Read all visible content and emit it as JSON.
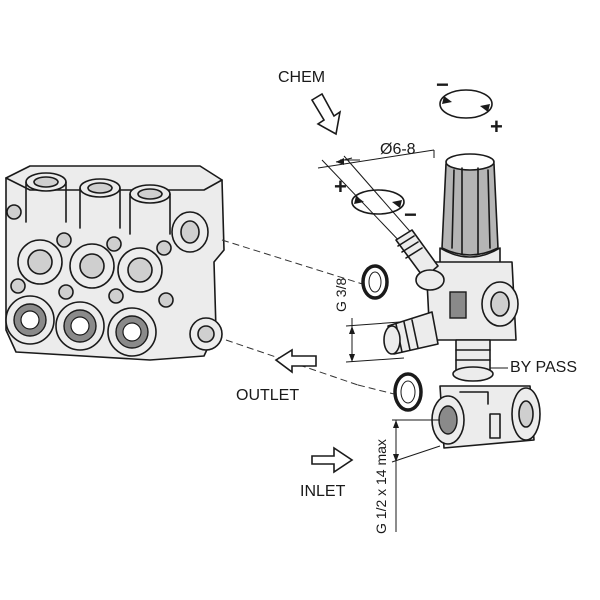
{
  "labels": {
    "chem": "CHEM",
    "outlet": "OUTLET",
    "inlet": "INLET",
    "by_pass": "BY PASS",
    "diameter": "Ø6-8",
    "thread_top": "G 3/8",
    "thread_bottom": "G 1/2 x 14 max"
  },
  "rotation_top": {
    "minus": "−",
    "plus": "+"
  },
  "rotation_mid": {
    "plus": "+",
    "minus": "−"
  },
  "icons": [
    "chem-arrow-icon",
    "outlet-arrow-icon",
    "inlet-arrow-icon",
    "rotation-arrow-icon",
    "washer-icon"
  ],
  "colors": {
    "line": "#1a1a1a",
    "metal": "#ececec",
    "shade": "#b5b5b5",
    "background": "#ffffff"
  }
}
